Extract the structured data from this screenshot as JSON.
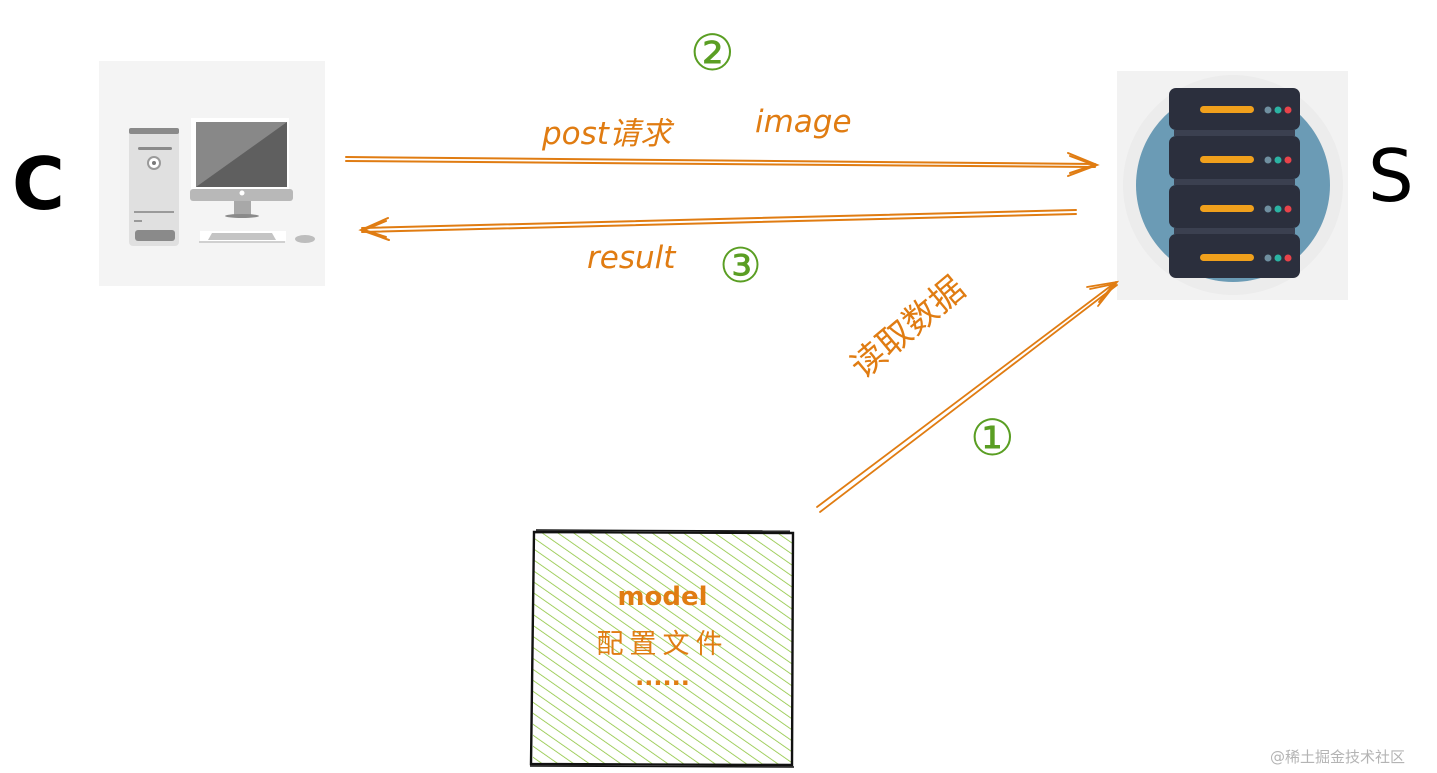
{
  "nodes": {
    "client": {
      "letter": "C",
      "label": "client-computer",
      "icon": "desktop-computer-icon"
    },
    "server": {
      "letter": "S",
      "label": "server",
      "icon": "server-rack-icon"
    },
    "storage": {
      "lines": [
        "model",
        "配置文件",
        "......"
      ],
      "icon": "hatched-storage-box"
    }
  },
  "edges": [
    {
      "step": "②",
      "from": "client",
      "to": "server",
      "label_left": "post请求",
      "label_right": "image"
    },
    {
      "step": "③",
      "from": "server",
      "to": "client",
      "label": "result"
    },
    {
      "step": "①",
      "from": "storage",
      "to": "server",
      "label": "读取数据"
    }
  ],
  "colors": {
    "arrow": "#e07c12",
    "step": "#5a9e23",
    "hatch": "#8cc43c",
    "server_circle": "#6b9bb5",
    "server_body": "#2b2f3d",
    "server_bar": "#f0a01c",
    "led1": "#6f8fa0",
    "led2": "#2bb3a3",
    "led3": "#e8434a"
  },
  "watermark": "@稀土掘金技术社区"
}
